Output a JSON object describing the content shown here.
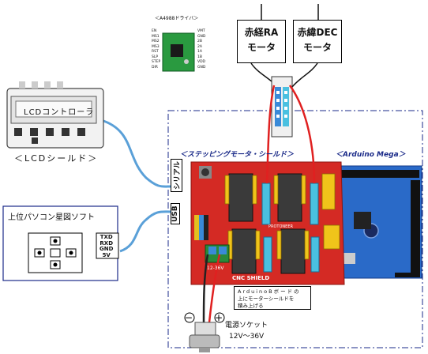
{
  "driver_label": "＜A4988ドライバ＞",
  "driver_pins_left": [
    "EN",
    "MS1",
    "MS2",
    "MS3",
    "RST",
    "SLP",
    "STEP",
    "DIR"
  ],
  "driver_pins_right": [
    "VMT",
    "GND",
    "2B",
    "2A",
    "1A",
    "1B",
    "VDD",
    "GND"
  ],
  "motor_ra": {
    "line1": "赤経RA",
    "line2": "モータ"
  },
  "motor_dec": {
    "line1": "赤緯DEC",
    "line2": "モータ"
  },
  "lcd": {
    "screen_text": "LCDコントローラ",
    "caption": "＜LCDシールド＞"
  },
  "shield_title": "＜ステッピングモータ・シールド＞",
  "arduino_title": "＜Arduino Mega＞",
  "serial_label": "シリアル",
  "usb_label": "USB",
  "pc_title": "上位パソコン星図ソフト",
  "serial_pins": [
    "TXD",
    "RXD",
    "GND",
    "5V"
  ],
  "note": {
    "line1": "ArduinoBボードの",
    "line2": "上にモーターシールドを",
    "line3": "積み上げる"
  },
  "power": {
    "minus": "－",
    "plus": "＋",
    "label": "電源ソケット",
    "voltage": "12V～36V"
  },
  "board_labels": {
    "cnc_shield": "CNC SHIELD",
    "volt": "12-36V",
    "protoneer": "PROTONEER"
  },
  "colors": {
    "wire_blue": "#5aa0d8",
    "wire_red": "#e02020",
    "pcb_red": "#d42a24",
    "dash_frame": "#1a2a88",
    "pcb_green": "#2a8a3a"
  }
}
